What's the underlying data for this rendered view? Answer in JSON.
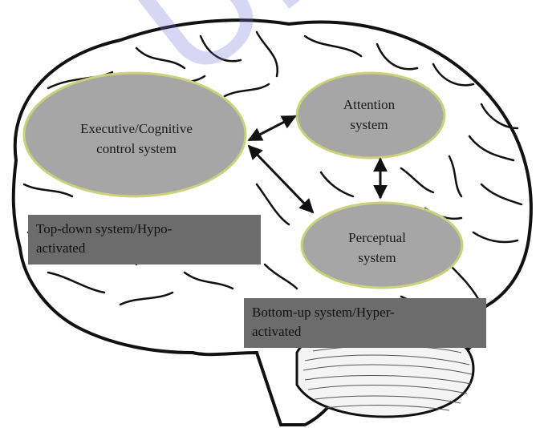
{
  "diagram": {
    "nodes": {
      "executive": {
        "line1": "Executive/Cognitive",
        "line2": "control system"
      },
      "attention": {
        "line1": "Attention",
        "line2": "system"
      },
      "perceptual": {
        "line1": "Perceptual",
        "line2": "system"
      }
    },
    "boxes": {
      "top_down": {
        "line1": "Top-down system/Hypo-",
        "line2": "activated"
      },
      "bottom_up": {
        "line1": "Bottom-up system/Hyper-",
        "line2": "activated"
      }
    },
    "watermark": "Uncorr",
    "colors": {
      "ellipse_fill": "#a6a6a6",
      "ellipse_stroke": "#c8d27a",
      "box_fill": "#6c6c6c",
      "outline": "#111111",
      "watermark": "#6e6ed7"
    }
  }
}
